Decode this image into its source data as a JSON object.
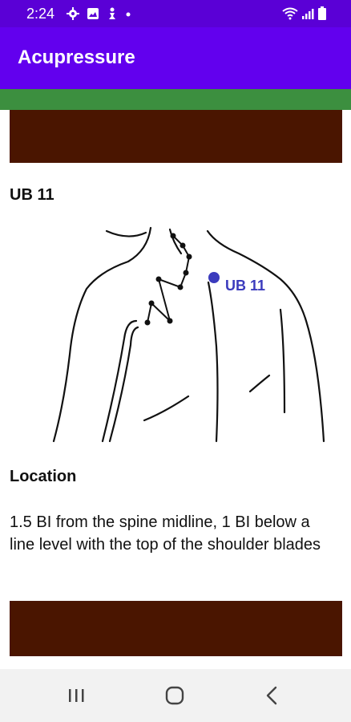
{
  "status_bar": {
    "time": "2:24",
    "left_icons": [
      "settings-icon",
      "image-icon",
      "figure-icon",
      "dot-icon"
    ],
    "right_icons": [
      "wifi-icon",
      "signal-icon",
      "battery-icon"
    ]
  },
  "app_bar": {
    "title": "Acupressure"
  },
  "point": {
    "name": "UB 11",
    "marker_label": "UB 11",
    "marker_color": "#3b3bbd"
  },
  "location": {
    "heading": "Location",
    "description": "1.5 BI from the spine midline, 1 BI below a line level with the top of the shoulder blades"
  },
  "colors": {
    "status_bar": "#5a00d6",
    "app_bar": "#6200ee",
    "green_strip": "#3c8f3f",
    "brown_block": "#4a1500"
  },
  "nav_bar": {
    "buttons": [
      "recent-apps-icon",
      "home-icon",
      "back-icon"
    ]
  }
}
